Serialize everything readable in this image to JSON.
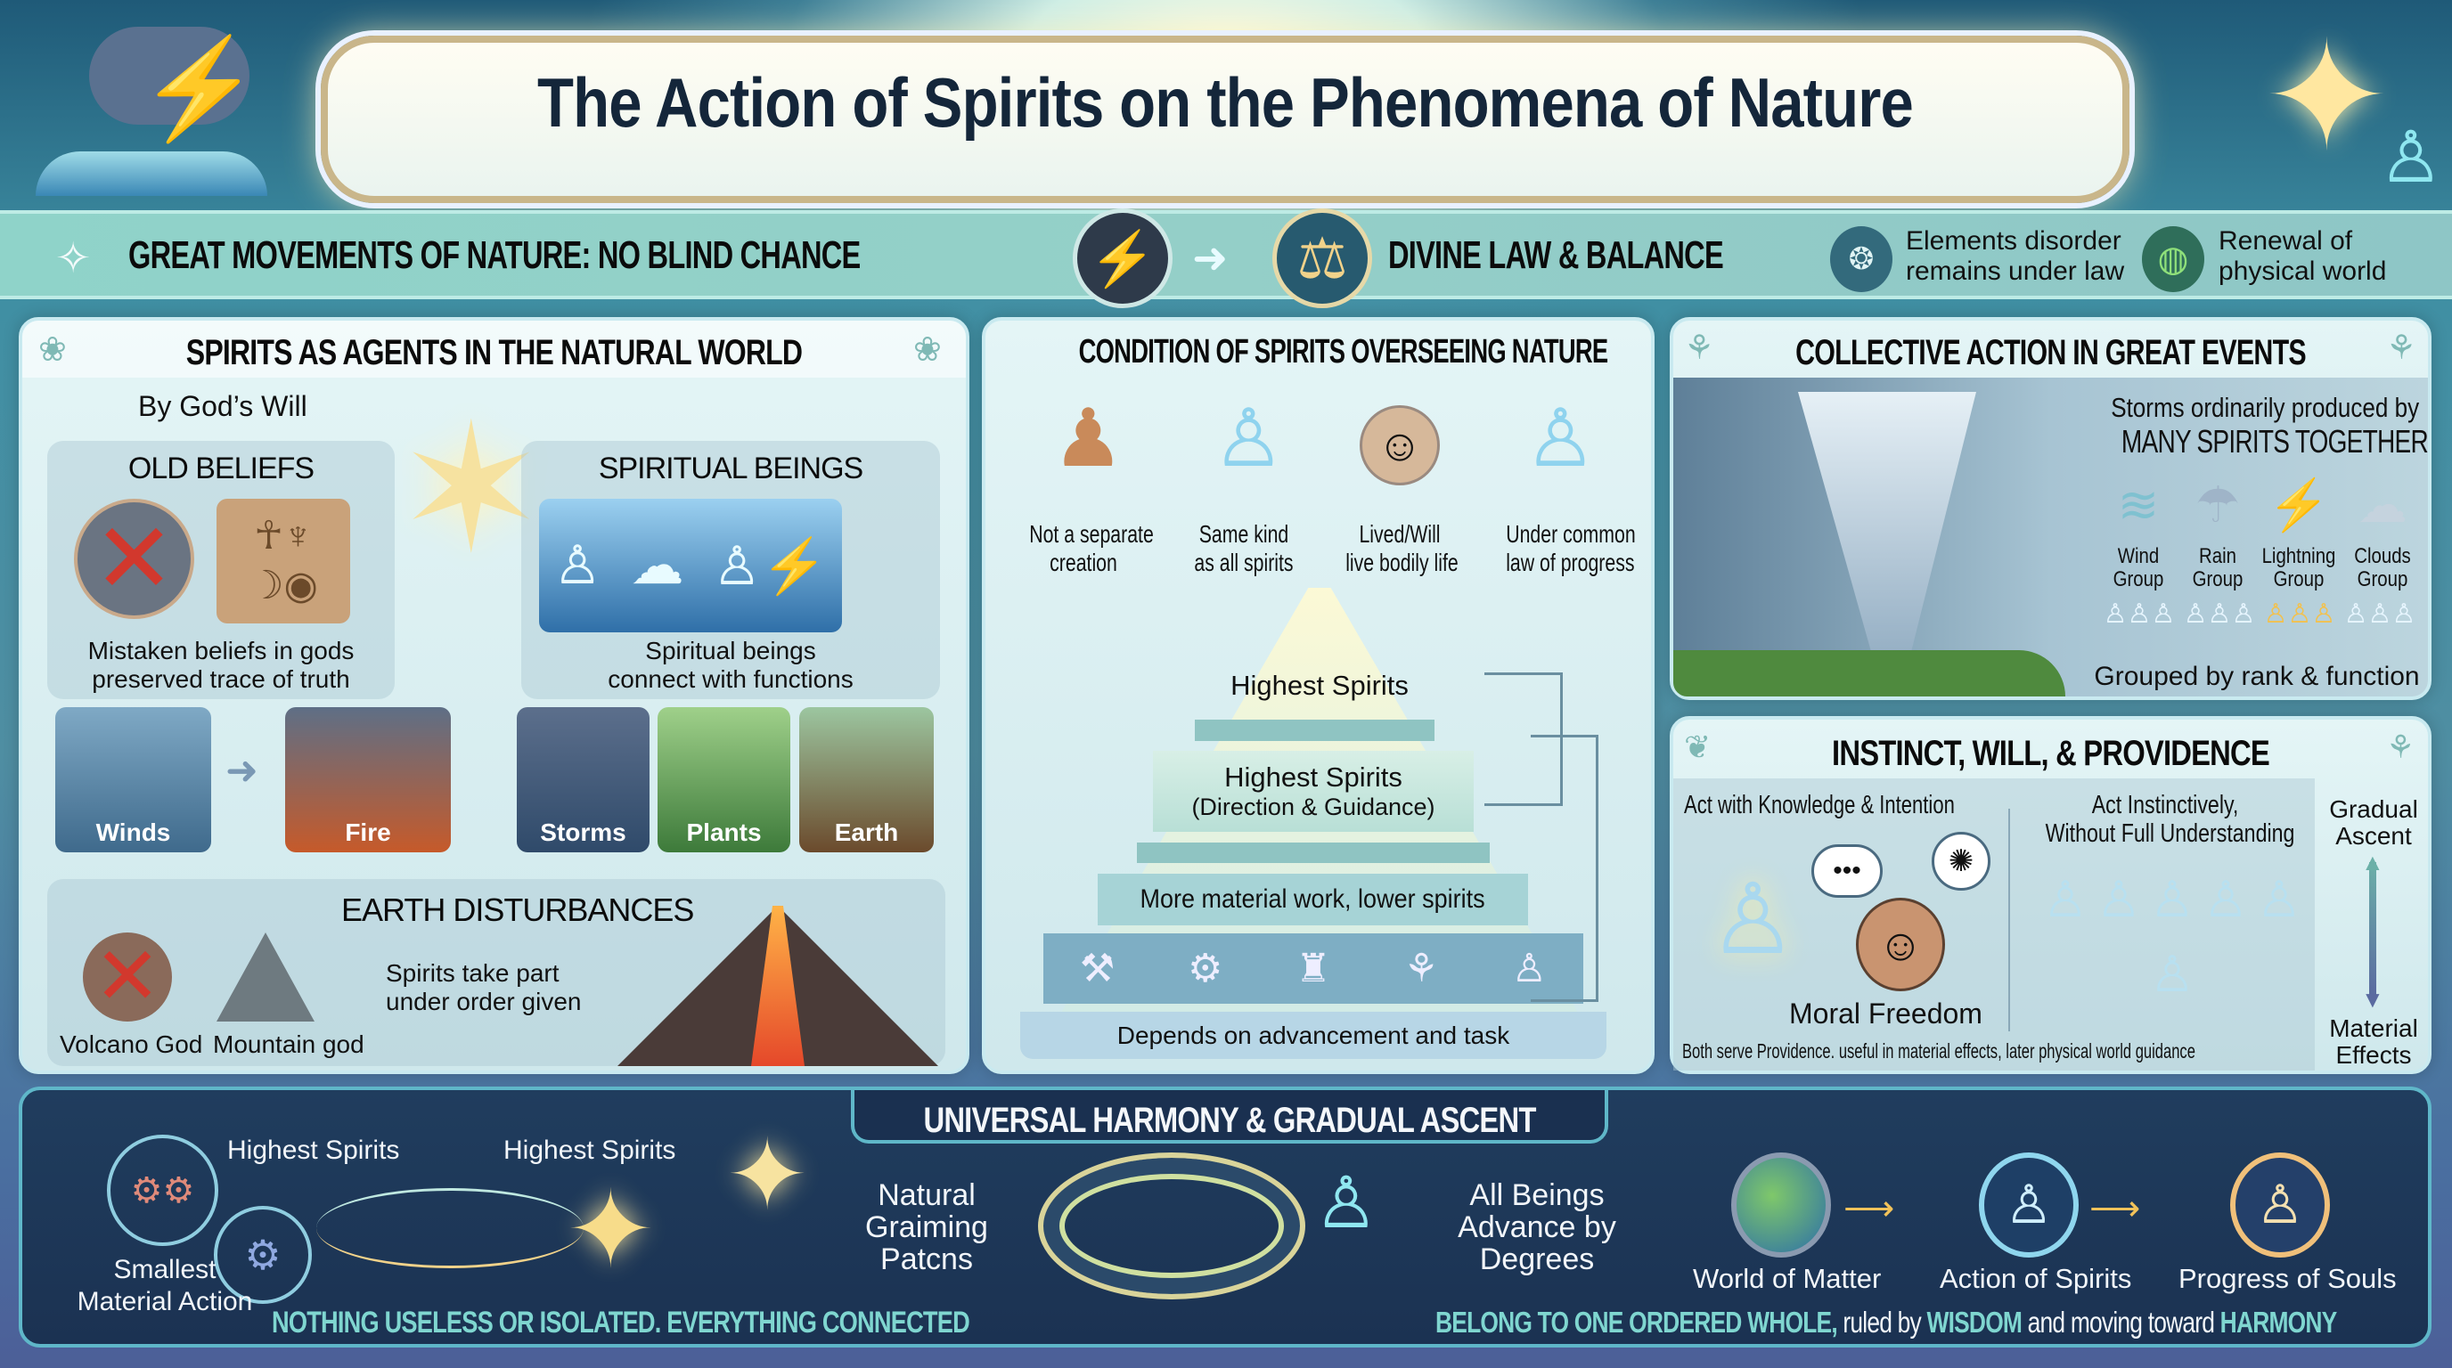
{
  "title": "The Action of Spirits on the Phenomena of Nature",
  "band": {
    "left_text": "GREAT MOVEMENTS OF NATURE:  NO BLIND CHANCE",
    "right_text": "DIVINE LAW & BALANCE",
    "note1": [
      "Elements disorder",
      "remains under law"
    ],
    "note2": [
      "Renewal of",
      "physical world"
    ]
  },
  "agents": {
    "title": "SPIRITS AS AGENTS IN THE NATURAL WORLD",
    "by_gods_will": "By God’s Will",
    "old_beliefs": {
      "title": "OLD BELIEFS",
      "caption": [
        "Mistaken beliefs in gods",
        "preserved trace of truth"
      ]
    },
    "spiritual_beings": {
      "title": "SPIRITUAL BEINGS",
      "caption": [
        "Spiritual beings",
        "connect with functions"
      ]
    },
    "tiles": [
      "Winds",
      "Fire",
      "Storms",
      "Plants",
      "Earth"
    ],
    "earth": {
      "title": "EARTH DISTURBANCES",
      "volcano_god": "Volcano God",
      "mountain_god": "Mountain god",
      "caption": [
        "Spirits take part",
        "under order given"
      ]
    }
  },
  "condition": {
    "title": "CONDITION OF SPIRITS OVERSEEING NATURE",
    "figures": [
      [
        "Not a separate",
        "creation"
      ],
      [
        "Same kind",
        "as all spirits"
      ],
      [
        "Lived/Will",
        "live bodily life"
      ],
      [
        "Under common",
        "law of progress"
      ]
    ],
    "pyramid": {
      "top": "Highest Spirits",
      "mid_title": "Highest Spirits",
      "mid_sub": "(Direction & Guidance)",
      "lower": "More material work, lower spirits",
      "base": "Depends on advancement and task"
    }
  },
  "collective": {
    "title": "COLLECTIVE ACTION IN GREAT EVENTS",
    "line1": "Storms ordinarily produced by",
    "line2": "MANY SPIRITS TOGETHER",
    "groups": [
      [
        "Wind",
        "Group"
      ],
      [
        "Rain",
        "Group"
      ],
      [
        "Lightning",
        "Group"
      ],
      [
        "Clouds",
        "Group"
      ]
    ],
    "footer": "Grouped by rank & function"
  },
  "instinct": {
    "title": "INSTINCT, WILL, & PROVIDENCE",
    "left_head": "Act with Knowledge & Intention",
    "right_head": [
      "Act Instinctively,",
      "Without Full Understanding"
    ],
    "moral": "Moral Freedom",
    "footer": "Both serve Providence. useful in material effects, later physical world guidance",
    "axis_top": [
      "Gradual",
      "Ascent"
    ],
    "axis_bottom": [
      "Material",
      "Effects"
    ]
  },
  "harmony": {
    "title": "UNIVERSAL HARMONY & GRADUAL ASCENT",
    "highest1": "Highest Spirits",
    "highest2": "Highest Spirits",
    "smallest": [
      "Smallest",
      "Material Action"
    ],
    "natural": [
      "Natural",
      "Graiming",
      "Patcns"
    ],
    "all_beings": [
      "All Beings",
      "Advance by",
      "Degrees"
    ],
    "steps": [
      "World of Matter",
      "Action of Spirits",
      "Progress of Souls"
    ],
    "left_footer": "NOTHING USELESS OR ISOLATED. EVERYTHING CONNECTED",
    "right_footer": {
      "p1": "BELONG TO ONE ORDERED WHOLE,",
      "p2": " ruled by ",
      "p3": "WISDOM",
      "p4": " and moving toward ",
      "p5": "HARMONY"
    }
  },
  "colors": {
    "accent_teal": "#7fd6d0",
    "gold": "#f2c14e",
    "dark_panel": "#1f3a5c",
    "band": "#8fd3c9"
  }
}
